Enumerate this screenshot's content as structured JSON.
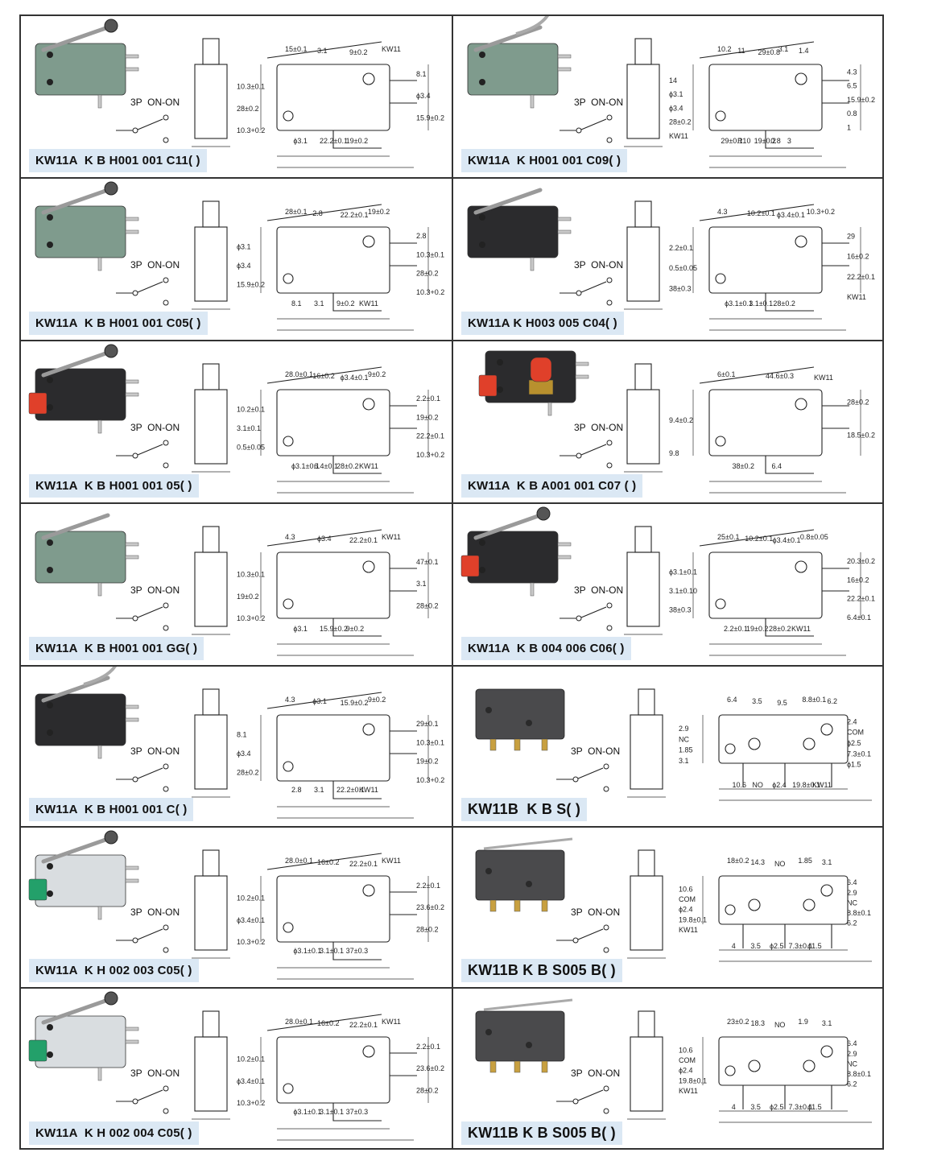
{
  "page": {
    "cells": [
      {
        "col": 0,
        "row": 0,
        "model": "KW11A  K B H001 001 C11( )",
        "switch": "3P  ON-ON",
        "variant": "roller",
        "color": "green",
        "dims": [
          "15±0.1",
          "8.1",
          "ϕ3.1",
          "10.3±0.1",
          "3.1",
          "ϕ3.4",
          "22.2±0.1",
          "28±0.2",
          "9±0.2",
          "15.9±0.2",
          "19±0.2",
          "10.3+0.2",
          "KW11"
        ]
      },
      {
        "col": 1,
        "row": 0,
        "model": "KW11A  K H001 001 C09( )",
        "switch": "3P  ON-ON",
        "variant": "curved",
        "color": "green",
        "dims": [
          "10.2",
          "4.3",
          "29±0.1",
          "14",
          "11",
          "6.5",
          "R10",
          "ϕ3.1",
          "29±0.8",
          "15.9±0.2",
          "19±0.2",
          "ϕ3.4",
          "3.1",
          "0.8",
          "0.8",
          "28±0.2",
          "1.4",
          "1",
          "3",
          "KW11"
        ]
      },
      {
        "col": 0,
        "row": 1,
        "model": "KW11A  K B H001 001 C05( )",
        "switch": "3P  ON-ON",
        "variant": "roller-long",
        "color": "green",
        "dims": [
          "28±0.1",
          "2.8",
          "8.1",
          "ϕ3.1",
          "2.8",
          "10.3±0.1",
          "3.1",
          "ϕ3.4",
          "22.2±0.1",
          "28±0.2",
          "9±0.2",
          "15.9±0.2",
          "19±0.2",
          "10.3+0.2",
          "KW11"
        ]
      },
      {
        "col": 1,
        "row": 1,
        "model": "KW11A K H003 005 C04( )",
        "switch": "3P  ON-ON",
        "variant": "lever",
        "color": "black",
        "dims": [
          "4.3",
          "29",
          "ϕ3.1±0.1",
          "2.2±0.1",
          "10.2±0.1",
          "16±0.2",
          "3.1±0.1",
          "0.5±0.05",
          "ϕ3.4±0.1",
          "22.2±0.1",
          "28±0.2",
          "38±0.3",
          "10.3+0.2",
          "KW11"
        ]
      },
      {
        "col": 0,
        "row": 2,
        "model": "KW11A  K B H001 001 05( )",
        "switch": "3P  ON-ON",
        "variant": "roller",
        "color": "black-red",
        "dims": [
          "28.0±0.1",
          "2.2±0.1",
          "ϕ3.1±0.1",
          "10.2±0.1",
          "16±0.2",
          "19±0.2",
          "6.4±0.1",
          "3.1±0.1",
          "ϕ3.4±0.1",
          "22.2±0.1",
          "28±0.2",
          "0.5±0.05",
          "9±0.2",
          "10.3+0.2",
          "KW11"
        ]
      },
      {
        "col": 1,
        "row": 2,
        "model": "KW11A  K B A001 001 C07 ( )",
        "switch": "3P  ON-ON",
        "variant": "button",
        "color": "black-red",
        "dims": [
          "6±0.1",
          "28±0.2",
          "38±0.2",
          "9.4±0.2",
          "44.6±0.3",
          "18.5±0.2",
          "6.4",
          "9.8",
          "KW11"
        ]
      },
      {
        "col": 0,
        "row": 3,
        "model": "KW11A  K B H001 001 GG( )",
        "switch": "3P  ON-ON",
        "variant": "lever-long",
        "color": "green",
        "dims": [
          "4.3",
          "47±0.1",
          "ϕ3.1",
          "10.3±0.1",
          "ϕ3.4",
          "3.1",
          "15.9±0.2",
          "19±0.2",
          "22.2±0.1",
          "28±0.2",
          "9±0.2",
          "10.3+0.2",
          "KW11"
        ]
      },
      {
        "col": 1,
        "row": 3,
        "model": "KW11A  K B 004 006 C06( )",
        "switch": "3P  ON-ON",
        "variant": "roller",
        "color": "black-red",
        "dims": [
          "25±0.1",
          "20.3±0.2",
          "2.2±0.1",
          "ϕ3.1±0.1",
          "10.2±0.1",
          "16±0.2",
          "19±0.2",
          "3.1±0.10",
          "ϕ3.4±0.1",
          "22.2±0.1",
          "28±0.2",
          "38±0.3",
          "0.8±0.05",
          "6.4±0.1",
          "KW11"
        ]
      },
      {
        "col": 0,
        "row": 4,
        "model": "KW11A  K B H001 001 C( )",
        "switch": "3P  ON-ON",
        "variant": "curved",
        "color": "black",
        "dims": [
          "4.3",
          "29±0.1",
          "2.8",
          "8.1",
          "ϕ3.1",
          "10.3±0.1",
          "3.1",
          "ϕ3.4",
          "15.9±0.2",
          "19±0.2",
          "22.2±0.1",
          "28±0.2",
          "9±0.2",
          "10.3+0.2",
          "KW11"
        ]
      },
      {
        "col": 1,
        "row": 4,
        "model": "KW11B  K B S( )",
        "switch": "3P  ON-ON",
        "variant": "mini",
        "color": "dark",
        "dims": [
          "6.4",
          "2.4",
          "10.6",
          "2.9",
          "3.5",
          "COM",
          "NO",
          "NC",
          "9.5",
          "ϕ2.5",
          "ϕ2.4",
          "1.85",
          "8.8±0.1",
          "7.3±0.1",
          "19.8±0.1",
          "3.1",
          "6.2",
          "ϕ1.5",
          "KW11"
        ]
      },
      {
        "col": 0,
        "row": 5,
        "model": "KW11A  K H 002 003 C05( )",
        "switch": "3P  ON-ON",
        "variant": "roller",
        "color": "white-green",
        "dims": [
          "28.0±0.1",
          "2.2±0.1",
          "ϕ3.1±0.1",
          "10.2±0.1",
          "16±0.2",
          "23.6±0.2",
          "3.1±0.1",
          "ϕ3.4±0.1",
          "22.2±0.1",
          "28±0.2",
          "37±0.3",
          "10.3+0.2",
          "KW11"
        ]
      },
      {
        "col": 1,
        "row": 5,
        "model": "KW11B K B S005 B( )",
        "switch": "3P  ON-ON",
        "variant": "mini-lever",
        "color": "dark",
        "dims": [
          "18±0.2",
          "6.4",
          "4",
          "10.6",
          "14.3",
          "2.9",
          "3.5",
          "COM",
          "NO",
          "NC",
          "ϕ2.5",
          "ϕ2.4",
          "1.85",
          "8.8±0.1",
          "7.3±0.1",
          "19.8±0.1",
          "3.1",
          "6.2",
          "ϕ1.5",
          "KW11"
        ]
      },
      {
        "col": 0,
        "row": 6,
        "model": "KW11A  K H 002 004 C05( )",
        "switch": "3P  ON-ON",
        "variant": "roller",
        "color": "white-green",
        "dims": [
          "28.0±0.1",
          "2.2±0.1",
          "ϕ3.1±0.1",
          "10.2±0.1",
          "16±0.2",
          "23.6±0.2",
          "3.1±0.1",
          "ϕ3.4±0.1",
          "22.2±0.1",
          "28±0.2",
          "37±0.3",
          "10.3+0.2",
          "KW11"
        ]
      },
      {
        "col": 1,
        "row": 6,
        "model": "KW11B K B S005 B( )",
        "switch": "3P  ON-ON",
        "variant": "mini-lever",
        "color": "dark",
        "dims": [
          "23±0.2",
          "6.4",
          "4",
          "10.6",
          "18.3",
          "2.9",
          "3.5",
          "COM",
          "NO",
          "NC",
          "ϕ2.5",
          "ϕ2.4",
          "1.9",
          "8.8±0.1",
          "7.3±0.1",
          "19.8±0.1",
          "3.1",
          "6.2",
          "ϕ1.5",
          "KW11"
        ]
      }
    ],
    "colors": {
      "green": "#7f9b8d",
      "black": "#2b2b2d",
      "dark": "#4a4a4c",
      "white": "#d9dde0",
      "accent_green": "#23a06a",
      "red": "#e0402a",
      "label_bg": "#dbe8f4"
    }
  }
}
